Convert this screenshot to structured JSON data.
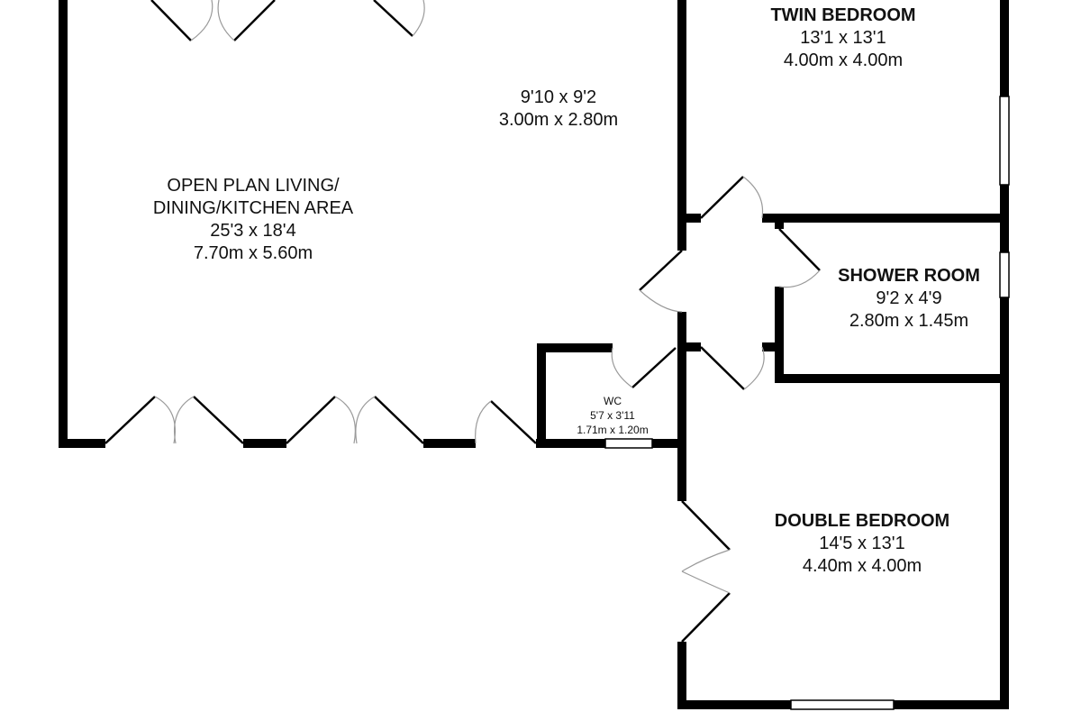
{
  "rooms": {
    "living": {
      "name_line1": "OPEN PLAN LIVING/",
      "name_line2": "DINING/KITCHEN AREA",
      "imperial": "25'3 x 18'4",
      "metric": "7.70m x 5.60m"
    },
    "area_annex": {
      "imperial": "9'10 x 9'2",
      "metric": "3.00m x 2.80m"
    },
    "twin_bedroom": {
      "name": "TWIN BEDROOM",
      "imperial": "13'1 x 13'1",
      "metric": "4.00m x 4.00m"
    },
    "shower_room": {
      "name": "SHOWER ROOM",
      "imperial": "9'2 x 4'9",
      "metric": "2.80m x 1.45m"
    },
    "wc": {
      "name": "WC",
      "imperial": "5'7 x 3'11",
      "metric": "1.71m x 1.20m"
    },
    "double_bedroom": {
      "name": "DOUBLE BEDROOM",
      "imperial": "14'5 x 13'1",
      "metric": "4.40m x 4.00m"
    }
  },
  "colors": {
    "wall": "#000000",
    "door_arc": "#999999",
    "window": "#ffffff"
  }
}
